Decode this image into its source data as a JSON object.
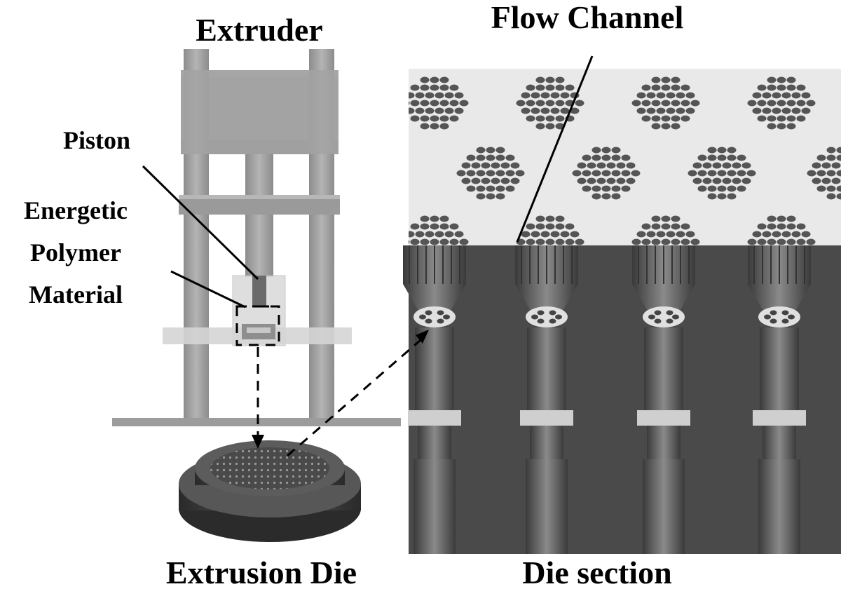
{
  "labels": {
    "extruder": "Extruder",
    "piston": "Piston",
    "material_line1": "Energetic",
    "material_line2": "Polymer",
    "material_line3": "Material",
    "extrusion_die": "Extrusion Die",
    "flow_channel": "Flow Channel",
    "die_section": "Die section"
  },
  "colors": {
    "frame_gray": "#9a9a9a",
    "frame_dark": "#7a7a7a",
    "die_section_dark": "#4a4a4a",
    "die_top_light": "#e8e8e8",
    "hole_dark": "#555555",
    "die_body": "#3c3c3c"
  }
}
